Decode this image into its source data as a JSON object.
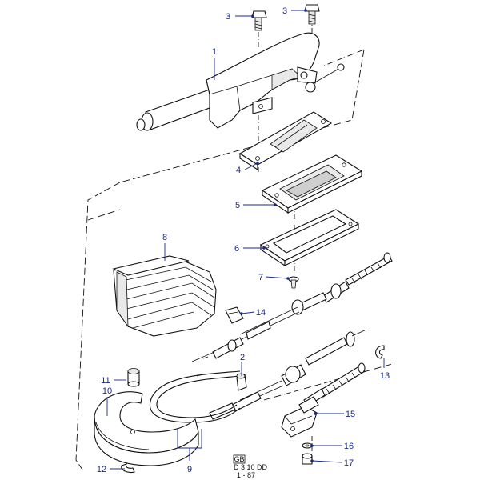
{
  "callouts": {
    "c1": "1",
    "c2": "2",
    "c3a": "3",
    "c3b": "3",
    "c4": "4",
    "c5": "5",
    "c6": "6",
    "c7": "7",
    "c8": "8",
    "c9": "9",
    "c10": "10",
    "c11": "11",
    "c12": "12",
    "c13": "13",
    "c14": "14",
    "c15": "15",
    "c16": "16",
    "c17": "17"
  },
  "drawing_code": {
    "country": "GB",
    "number": "D 3 10 DD",
    "date": "1 - 87"
  },
  "colors": {
    "callout": "#1a2a8a",
    "line": "#111111"
  }
}
